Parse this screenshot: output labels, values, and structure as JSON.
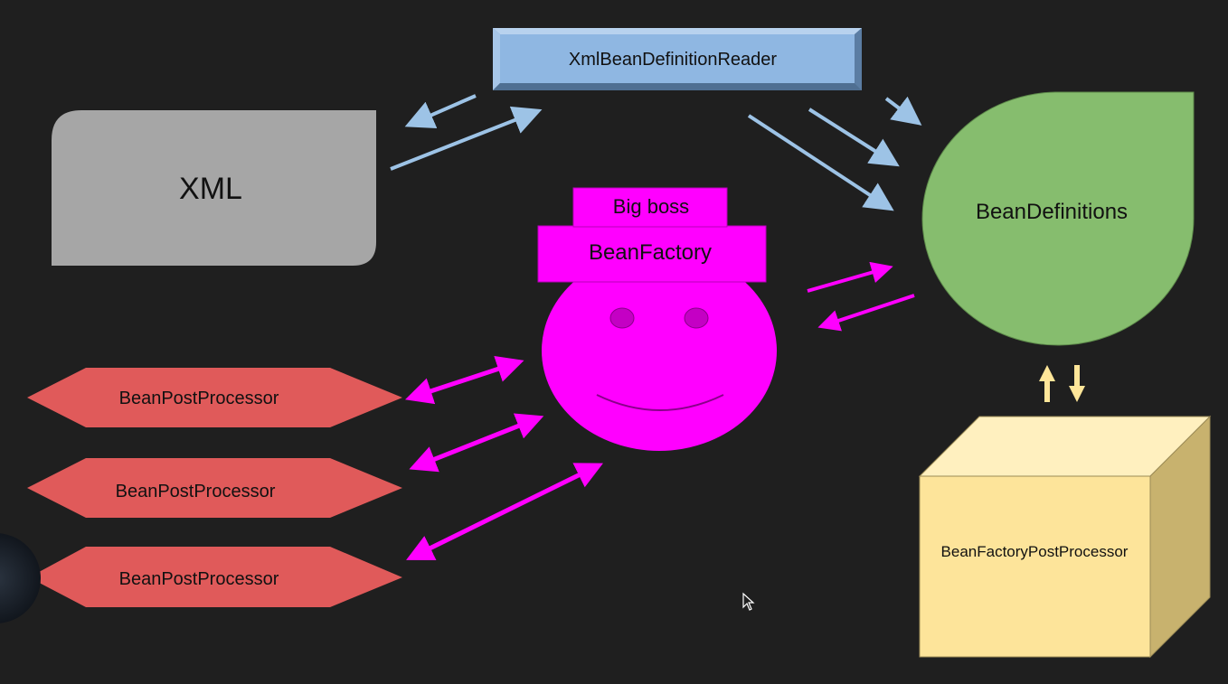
{
  "labels": {
    "reader": "XmlBeanDefinitionReader",
    "xml": "XML",
    "bean_definitions": "BeanDefinitions",
    "hat_top": "Big boss",
    "hat_band": "BeanFactory",
    "post_processors": [
      "BeanPostProcessor",
      "BeanPostProcessor",
      "BeanPostProcessor"
    ],
    "factory_post_processor": "BeanFactoryPostProcessor"
  },
  "colors": {
    "background": "#1f1f1f",
    "reader_fill": "#8fb7e2",
    "xml_fill": "#a6a6a6",
    "bean_definitions_fill": "#86bd6e",
    "bean_factory_fill": "#ff00ff",
    "post_processor_fill": "#e05a5a",
    "factory_post_processor_fill": "#fde49a",
    "blue_arrow": "#9dc3e6",
    "magenta_arrow": "#ff00ff",
    "yellow_arrow": "#ffe699"
  },
  "icons": {
    "cursor": "mouse-pointer-icon"
  }
}
